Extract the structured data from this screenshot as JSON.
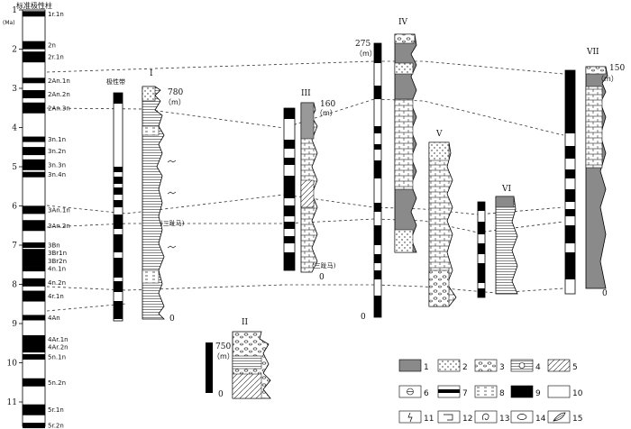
{
  "standard_column": {
    "title": "标准极性柱",
    "unit": "(Ma)",
    "ticks": [
      "1",
      "2",
      "3",
      "4",
      "5",
      "6",
      "7",
      "8",
      "9",
      "10",
      "11"
    ],
    "chrons": [
      {
        "label": "1r.1n",
        "age": 1.1
      },
      {
        "label": "2n",
        "age": 1.9
      },
      {
        "label": "2r.1n",
        "age": 2.2
      },
      {
        "label": "2An.1n",
        "age": 2.8
      },
      {
        "label": "2An.2n",
        "age": 3.15
      },
      {
        "label": "2An.3n",
        "age": 3.5
      },
      {
        "label": "3n.1n",
        "age": 4.3
      },
      {
        "label": "3n.2n",
        "age": 4.6
      },
      {
        "label": "3n.3n",
        "age": 4.95
      },
      {
        "label": "3n.4n",
        "age": 5.2
      },
      {
        "label": "3An.1n",
        "age": 6.1
      },
      {
        "label": "3An.2n",
        "age": 6.5
      },
      {
        "label": "3Bn",
        "age": 7.0
      },
      {
        "label": "3Br1n",
        "age": 7.2
      },
      {
        "label": "3Br2n",
        "age": 7.4
      },
      {
        "label": "4n.1n",
        "age": 7.6
      },
      {
        "label": "4n.2n",
        "age": 7.95
      },
      {
        "label": "4r.1n",
        "age": 8.3
      },
      {
        "label": "4An",
        "age": 8.85
      },
      {
        "label": "4Ar.1n",
        "age": 9.4
      },
      {
        "label": "4Ar.2n",
        "age": 9.6
      },
      {
        "label": "5n.1n",
        "age": 9.85
      },
      {
        "label": "5n.2n",
        "age": 10.5
      },
      {
        "label": "5r.1n",
        "age": 11.2
      },
      {
        "label": "5r.2n",
        "age": 11.6
      }
    ]
  },
  "polarity_label": "极性带",
  "sections": [
    {
      "id": "I",
      "top": "780",
      "unit": "（m）",
      "bottom": "0",
      "note": "(三趾马)"
    },
    {
      "id": "II",
      "top": "750",
      "unit": "（m）",
      "bottom": "0"
    },
    {
      "id": "III",
      "top": "160",
      "unit": "（m）",
      "bottom": "0",
      "note": "(三趾马)"
    },
    {
      "id": "IV",
      "top": "275",
      "unit": "（m）",
      "bottom": "0"
    },
    {
      "id": "V"
    },
    {
      "id": "VI"
    },
    {
      "id": "VII",
      "top": "150",
      "unit": "（m）",
      "bottom": "0"
    }
  ],
  "legend": [
    "1",
    "2",
    "3",
    "4",
    "5",
    "6",
    "7",
    "8",
    "9",
    "10",
    "11",
    "12",
    "13",
    "14",
    "15"
  ],
  "colors": {
    "black": "#000000",
    "gray": "#8a8a8a",
    "light_gray": "#c8c8c8",
    "dashed": "#333333"
  }
}
